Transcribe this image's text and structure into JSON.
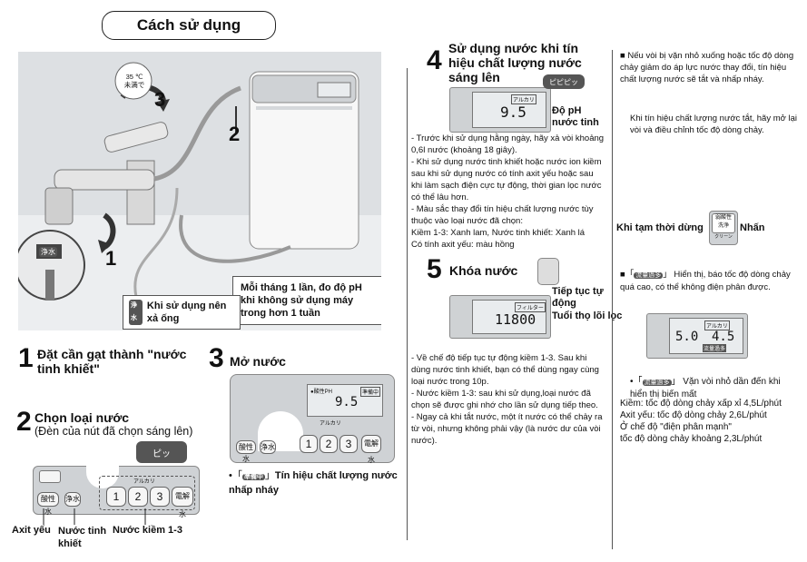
{
  "title": "Cách sử dụng",
  "illustration": {
    "temp_label": "35 ℃\n未満で",
    "num2": "2",
    "num3": "3",
    "num1": "1",
    "note_monthly": "Mỗi tháng 1 lần, đo độ pH khi không sử dụng máy trong hơn 1 tuần",
    "note_flush_badge": "浄水",
    "note_flush": "Khi sử dụng nên xả ống",
    "tap_badge": "浄水"
  },
  "step1": {
    "num": "1",
    "title": "Đặt cần gạt thành \"nước tinh khiết\""
  },
  "step2": {
    "num": "2",
    "title": "Chọn loại nước",
    "subtitle": "(Đèn của nút đã chọn sáng lên)",
    "beep": "ピッ",
    "label_acid": "Axit yếu",
    "label_pure": "Nước tinh khiết",
    "label_alk": "Nước kiềm 1-3",
    "panel_top": "アルカリ",
    "btn_left": "酸性水",
    "btn_pure": "浄水",
    "btn_1": "1",
    "btn_2": "2",
    "btn_3": "3",
    "btn_right": "電解水"
  },
  "step3": {
    "num": "3",
    "title": "Mở nước",
    "lcd_top": "●酸性PH",
    "lcd_value": "9.5",
    "lcd_tag": "準備中",
    "panel_label": "アルカリ",
    "btn_left": "酸性水",
    "btn_pure": "浄水",
    "btn_1": "1",
    "btn_2": "2",
    "btn_3": "3",
    "btn_right": "電解水",
    "note_badge": "準備中",
    "note": "Tín hiệu chất lượng nước nhấp nháy"
  },
  "step4": {
    "num": "4",
    "title": "Sử dụng nước khi tín hiệu chất lượng nước sáng lên",
    "beep": "ピピピッ",
    "lcd_value": "9.5",
    "lcd_tag": "アルカリ",
    "ph_label": "Độ pH nước tinh",
    "bullets": [
      "- Trước khi sử dụng hằng ngày, hãy xả vòi khoảng 0,6l nước (khoảng 18 giây).",
      "- Khi sử dụng nước tinh khiết hoặc nước ion kiềm sau khi sử dụng nước có tính axit yếu hoặc sau khi làm sạch điện cực tự động, thời gian lọc nước có thể lâu hơn.",
      "- Màu sắc thay đổi tín hiệu chất lượng nước tùy thuộc vào loại nước đã chọn:",
      "Kiềm 1-3: Xanh lam, Nước tinh khiết: Xanh lá",
      "Có tính axit yếu: màu hồng"
    ]
  },
  "step5": {
    "num": "5",
    "title": "Khóa nước",
    "lcd_value": "11800",
    "lcd_tag": "フィルター",
    "label_continue": "Tiếp tục tự động",
    "label_life": "Tuổi thọ lõi lọc",
    "bullets": [
      "- Về chế độ tiếp tục tự động kiềm 1-3. Sau khi dùng nước tinh khiết, bạn có thể dùng ngay cùng loại nước trong 10p.",
      "- Nước kiềm 1-3: sau khi sử dụng,loại nước đã chọn sẽ được ghi nhớ cho lần sử dụng tiếp theo.",
      "- Ngay cả khi tắt nước, một ít nước có thể chảy ra từ vòi, nhưng không phải vậy (là nước dư của vòi nước)."
    ]
  },
  "right": {
    "para1": "■ Nếu vòi bị vặn nhỏ xuống hoặc tốc độ dòng chảy giảm do áp lực nước thay đổi, tín hiệu chất lượng nước sẽ tắt và nhấp nháy.",
    "para2": "Khi tín hiệu chất lượng nước tắt, hãy mở lại vòi và điều chỉnh tốc độ dòng chảy.",
    "pause_label": "Khi tạm thời dừng",
    "pause_btn_top": "弱酸性",
    "pause_btn_mid": "洗浄",
    "pause_btn_bot": "クリーン",
    "press_label": "Nhấn",
    "flow_badge": "流量過多",
    "flow_text": "Hiển thị, báo tốc độ dòng chảy quá cao, có thể không điện phân được.",
    "lcd_left": "5.0",
    "lcd_right": "4.5",
    "lcd_tag": "流量過多",
    "lcd_tag2": "アルカリ",
    "flow_note_badge": "流量過多",
    "flow_note": "Vặn vòi nhỏ dần đến khi hiển thị biến mất",
    "speeds": [
      "Kiềm: tốc độ dòng chảy xấp xỉ 4,5L/phút",
      "Axit yếu: tốc độ dòng chảy 2,6L/phút",
      "Ở chế độ \"điện phân mạnh\"",
      "tốc độ dòng chảy khoảng 2,3L/phút"
    ]
  }
}
